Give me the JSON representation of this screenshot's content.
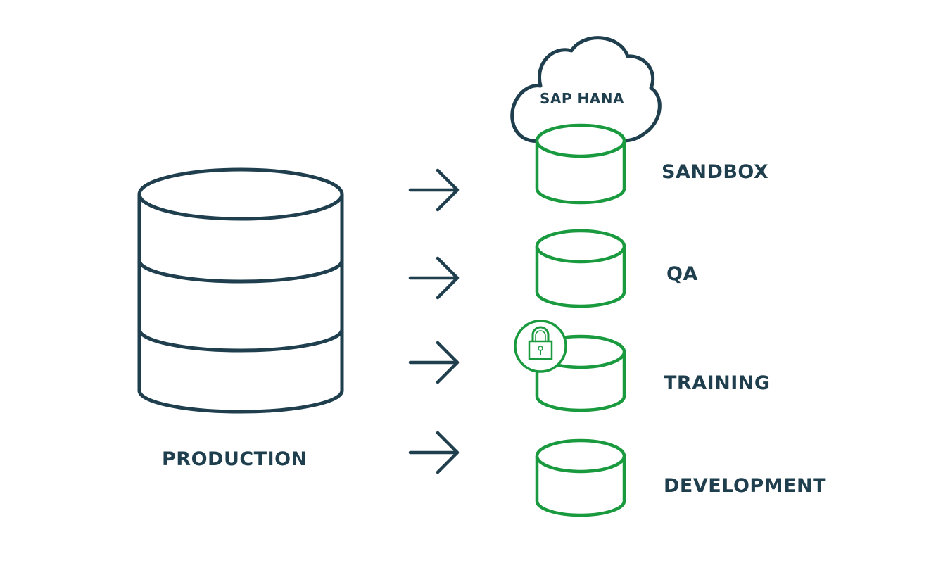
{
  "colors": {
    "dark": "#1f3f4e",
    "green": "#1a9a3e"
  },
  "source": {
    "label": "PRODUCTION",
    "icon": "database-icon"
  },
  "cloud": {
    "label": "SAP HANA",
    "icon": "cloud-icon"
  },
  "targets": [
    {
      "label": "SANDBOX",
      "icon": "database-icon",
      "in_cloud": true
    },
    {
      "label": "QA",
      "icon": "database-icon"
    },
    {
      "label": "TRAINING",
      "icon": "database-icon",
      "badge": "lock-icon"
    },
    {
      "label": "DEVELOPMENT",
      "icon": "database-icon"
    }
  ],
  "arrows": [
    "arrow-right-icon",
    "arrow-right-icon",
    "arrow-right-icon",
    "arrow-right-icon"
  ]
}
